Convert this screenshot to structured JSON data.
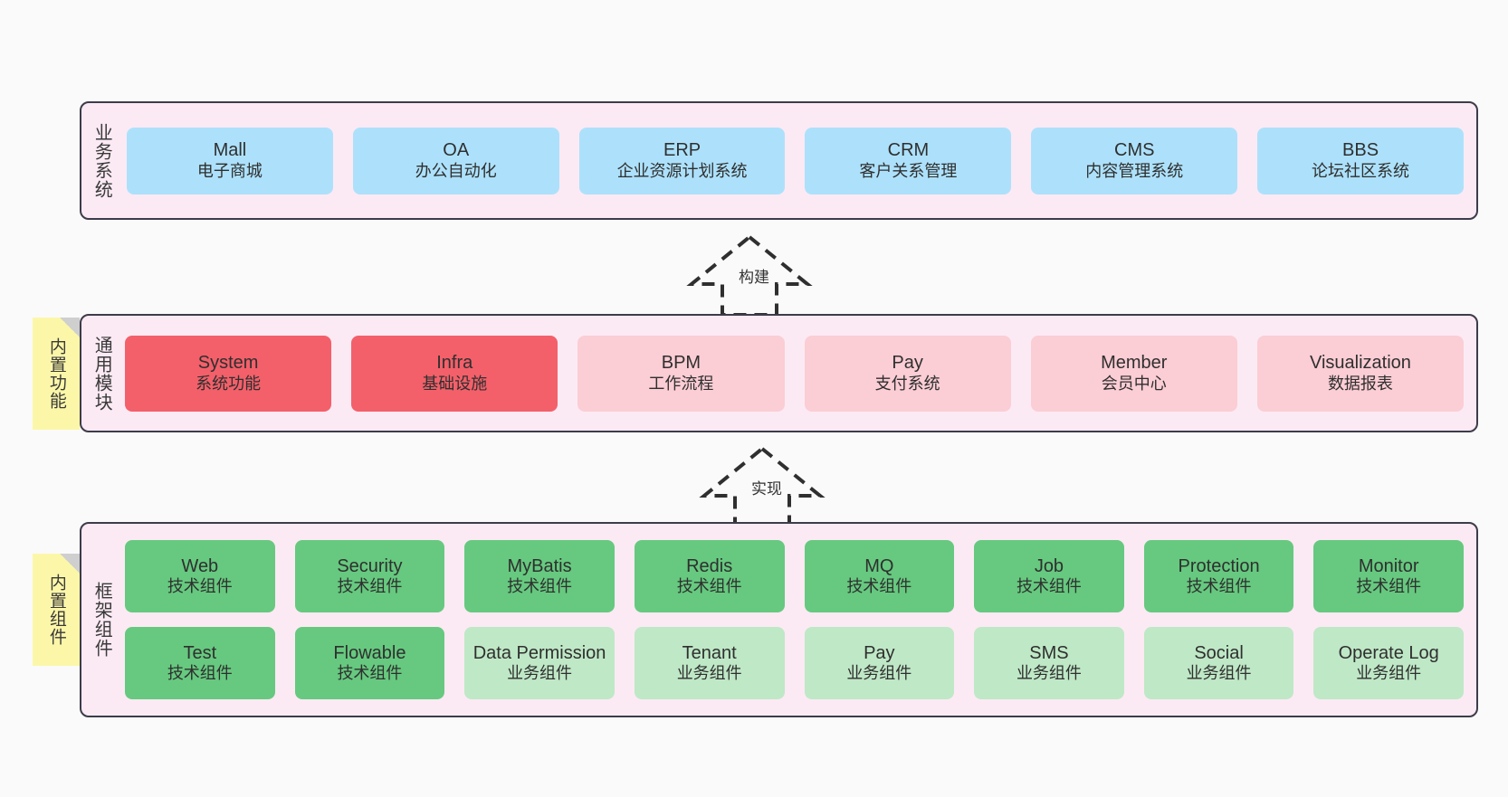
{
  "layers": [
    {
      "id": "business",
      "title": "业务系统",
      "note": null,
      "rows": [
        {
          "cells": [
            {
              "name": "mall",
              "color": "c-blue",
              "t1": "Mall",
              "t2": "电子商城"
            },
            {
              "name": "oa",
              "color": "c-blue",
              "t1": "OA",
              "t2": "办公自动化"
            },
            {
              "name": "erp",
              "color": "c-blue",
              "t1": "ERP",
              "t2": "企业资源计划系统"
            },
            {
              "name": "crm",
              "color": "c-blue",
              "t1": "CRM",
              "t2": "客户关系管理"
            },
            {
              "name": "cms",
              "color": "c-blue",
              "t1": "CMS",
              "t2": "内容管理系统"
            },
            {
              "name": "bbs",
              "color": "c-blue",
              "t1": "BBS",
              "t2": "论坛社区系统"
            }
          ]
        }
      ]
    },
    {
      "id": "module",
      "title": "通用模块",
      "note": "内置功能",
      "rows": [
        {
          "cells": [
            {
              "name": "system",
              "color": "c-red",
              "t1": "System",
              "t2": "系统功能"
            },
            {
              "name": "infra",
              "color": "c-red",
              "t1": "Infra",
              "t2": "基础设施"
            },
            {
              "name": "bpm",
              "color": "c-pink",
              "t1": "BPM",
              "t2": "工作流程"
            },
            {
              "name": "pay",
              "color": "c-pink",
              "t1": "Pay",
              "t2": "支付系统"
            },
            {
              "name": "member",
              "color": "c-pink",
              "t1": "Member",
              "t2": "会员中心"
            },
            {
              "name": "visualization",
              "color": "c-pink",
              "t1": "Visualization",
              "t2": "数据报表"
            }
          ]
        }
      ]
    },
    {
      "id": "framework",
      "title": "框架组件",
      "note": "内置组件",
      "rows": [
        {
          "cells": [
            {
              "name": "web",
              "color": "c-green",
              "t1": "Web",
              "t2": "技术组件"
            },
            {
              "name": "security",
              "color": "c-green",
              "t1": "Security",
              "t2": "技术组件"
            },
            {
              "name": "mybatis",
              "color": "c-green",
              "t1": "MyBatis",
              "t2": "技术组件"
            },
            {
              "name": "redis",
              "color": "c-green",
              "t1": "Redis",
              "t2": "技术组件"
            },
            {
              "name": "mq",
              "color": "c-green",
              "t1": "MQ",
              "t2": "技术组件"
            },
            {
              "name": "job",
              "color": "c-green",
              "t1": "Job",
              "t2": "技术组件"
            },
            {
              "name": "protection",
              "color": "c-green",
              "t1": "Protection",
              "t2": "技术组件"
            },
            {
              "name": "monitor",
              "color": "c-green",
              "t1": "Monitor",
              "t2": "技术组件"
            }
          ]
        },
        {
          "cells": [
            {
              "name": "test",
              "color": "c-green",
              "t1": "Test",
              "t2": "技术组件"
            },
            {
              "name": "flowable",
              "color": "c-green",
              "t1": "Flowable",
              "t2": "技术组件"
            },
            {
              "name": "data-permission",
              "color": "c-greenlight",
              "t1": "Data Permission",
              "t2": "业务组件"
            },
            {
              "name": "tenant",
              "color": "c-greenlight",
              "t1": "Tenant",
              "t2": "业务组件"
            },
            {
              "name": "pay",
              "color": "c-greenlight",
              "t1": "Pay",
              "t2": "业务组件"
            },
            {
              "name": "sms",
              "color": "c-greenlight",
              "t1": "SMS",
              "t2": "业务组件"
            },
            {
              "name": "social",
              "color": "c-greenlight",
              "t1": "Social",
              "t2": "业务组件"
            },
            {
              "name": "operate-log",
              "color": "c-greenlight",
              "t1": "Operate Log",
              "t2": "业务组件"
            }
          ]
        }
      ]
    }
  ],
  "arrows": [
    {
      "id": "build",
      "label": "构建"
    },
    {
      "id": "impl",
      "label": "实现"
    }
  ],
  "colors": {
    "background": "#fafafa",
    "band_fill": "#fbeaf4",
    "band_border": "#3c3c4a",
    "blue": "#ade1fb",
    "red": "#f3606a",
    "pink": "#fbcdd4",
    "green": "#66c97f",
    "green_light": "#bfe8c6",
    "note": "#fcf7a8",
    "note_fold": "#cfcfcf"
  }
}
